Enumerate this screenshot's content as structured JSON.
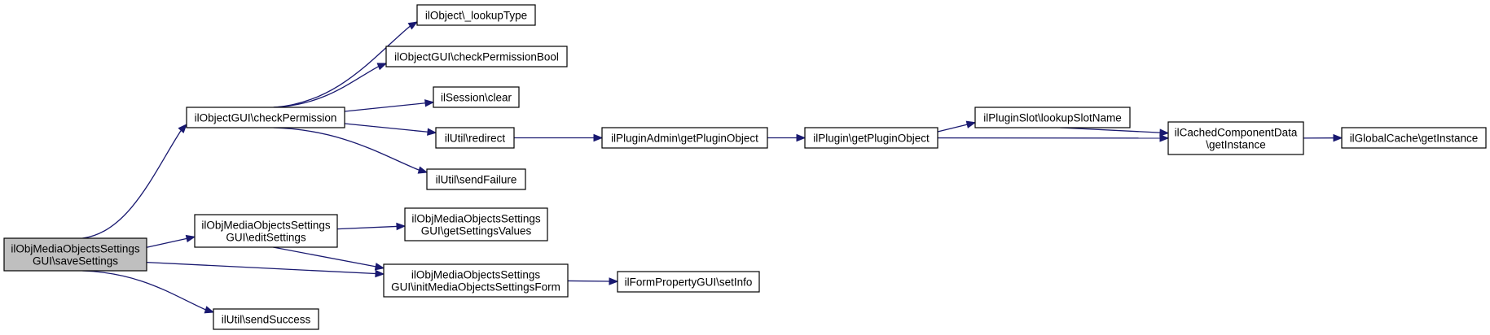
{
  "nodes": {
    "saveSettings": [
      "ilObjMediaObjectsSettings",
      "GUI\\saveSettings"
    ],
    "checkPermission": [
      "ilObjectGUI\\checkPermission"
    ],
    "editSettings": [
      "ilObjMediaObjectsSettings",
      "GUI\\editSettings"
    ],
    "initForm": [
      "ilObjMediaObjectsSettings",
      "GUI\\initMediaObjectsSettingsForm"
    ],
    "sendSuccess": [
      "ilUtil\\sendSuccess"
    ],
    "lookupType": [
      "ilObject\\_lookupType"
    ],
    "checkPermissionBool": [
      "ilObjectGUI\\checkPermissionBool"
    ],
    "sessionClear": [
      "ilSession\\clear"
    ],
    "redirect": [
      "ilUtil\\redirect"
    ],
    "sendFailure": [
      "ilUtil\\sendFailure"
    ],
    "getSettingsValues": [
      "ilObjMediaObjectsSettings",
      "GUI\\getSettingsValues"
    ],
    "setInfo": [
      "ilFormPropertyGUI\\setInfo"
    ],
    "adminGetPluginObject": [
      "ilPluginAdmin\\getPluginObject"
    ],
    "pluginGetPluginObject": [
      "ilPlugin\\getPluginObject"
    ],
    "lookupSlotName": [
      "ilPluginSlot\\lookupSlotName"
    ],
    "cachedGetInstance": [
      "ilCachedComponentData",
      "\\getInstance"
    ],
    "globalCacheGetInstance": [
      "ilGlobalCache\\getInstance"
    ]
  },
  "edges": [
    [
      "saveSettings",
      "checkPermission"
    ],
    [
      "saveSettings",
      "editSettings"
    ],
    [
      "saveSettings",
      "initForm"
    ],
    [
      "saveSettings",
      "sendSuccess"
    ],
    [
      "checkPermission",
      "lookupType"
    ],
    [
      "checkPermission",
      "checkPermissionBool"
    ],
    [
      "checkPermission",
      "sessionClear"
    ],
    [
      "checkPermission",
      "redirect"
    ],
    [
      "checkPermission",
      "sendFailure"
    ],
    [
      "editSettings",
      "getSettingsValues"
    ],
    [
      "editSettings",
      "initForm"
    ],
    [
      "initForm",
      "setInfo"
    ],
    [
      "redirect",
      "adminGetPluginObject"
    ],
    [
      "adminGetPluginObject",
      "pluginGetPluginObject"
    ],
    [
      "pluginGetPluginObject",
      "lookupSlotName"
    ],
    [
      "pluginGetPluginObject",
      "cachedGetInstance"
    ],
    [
      "lookupSlotName",
      "cachedGetInstance"
    ],
    [
      "cachedGetInstance",
      "globalCacheGetInstance"
    ]
  ],
  "colors": {
    "edge": "#191970",
    "root_fill": "#bfbfbf",
    "node_fill": "#ffffff",
    "node_border": "#000000"
  }
}
